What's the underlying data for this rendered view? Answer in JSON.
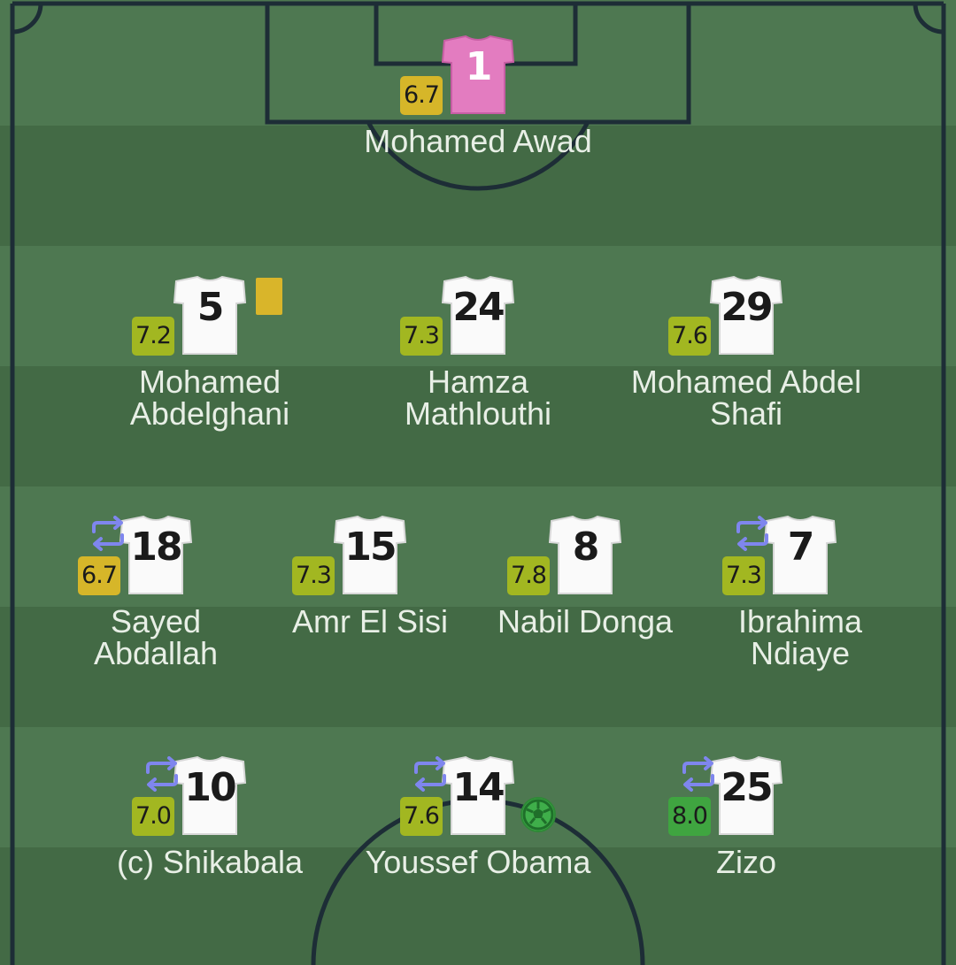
{
  "pitch": {
    "colors": {
      "light": "#4e7851",
      "dark": "#436a45",
      "line": "#1d2d36"
    }
  },
  "players": [
    {
      "id": "gk",
      "number": "1",
      "name": "Mohamed Awad",
      "rating": "6.7",
      "rating_color": "yellow",
      "keeper": true
    },
    {
      "id": "def-left",
      "number": "5",
      "name": "Mohamed Abdelghani",
      "rating": "7.2",
      "rating_color": "lime",
      "yellow_card": true
    },
    {
      "id": "def-center",
      "number": "24",
      "name": "Hamza Mathlouthi",
      "rating": "7.3",
      "rating_color": "lime"
    },
    {
      "id": "def-right",
      "number": "29",
      "name": "Mohamed Abdel Shafi",
      "rating": "7.6",
      "rating_color": "lime"
    },
    {
      "id": "mid-1",
      "number": "18",
      "name": "Sayed Abdallah",
      "rating": "6.7",
      "rating_color": "yellow",
      "substituted": true
    },
    {
      "id": "mid-2",
      "number": "15",
      "name": "Amr El Sisi",
      "rating": "7.3",
      "rating_color": "lime"
    },
    {
      "id": "mid-3",
      "number": "8",
      "name": "Nabil Donga",
      "rating": "7.8",
      "rating_color": "lime"
    },
    {
      "id": "mid-4",
      "number": "7",
      "name": "Ibrahima Ndiaye",
      "rating": "7.3",
      "rating_color": "lime",
      "substituted": true
    },
    {
      "id": "fwd-left",
      "number": "10",
      "name": "(c) Shikabala",
      "rating": "7.0",
      "rating_color": "lime",
      "substituted": true
    },
    {
      "id": "fwd-center",
      "number": "14",
      "name": "Youssef Obama",
      "rating": "7.6",
      "rating_color": "lime",
      "substituted": true,
      "goal": true
    },
    {
      "id": "fwd-right",
      "number": "25",
      "name": "Zizo",
      "rating": "8.0",
      "rating_color": "green",
      "substituted": true
    }
  ],
  "icons": {
    "substitution": "substitution-arrows-icon",
    "yellow_card": "yellow-card-icon",
    "goal": "football-goal-icon"
  }
}
